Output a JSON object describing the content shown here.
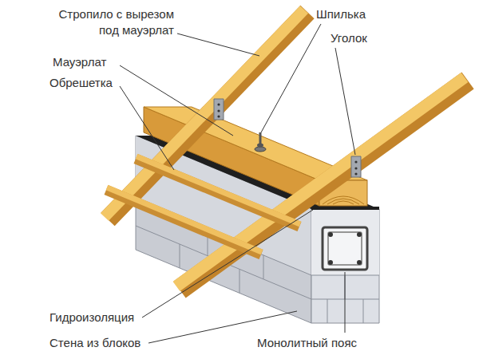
{
  "diagram": {
    "labels": [
      "Стропило с вырезом под мауэрлат",
      "Шпилька",
      "Уголок",
      "Мауэрлат",
      "Обрешетка",
      "Гидроизоляция",
      "Стена из блоков",
      "Монолитный пояс"
    ]
  }
}
